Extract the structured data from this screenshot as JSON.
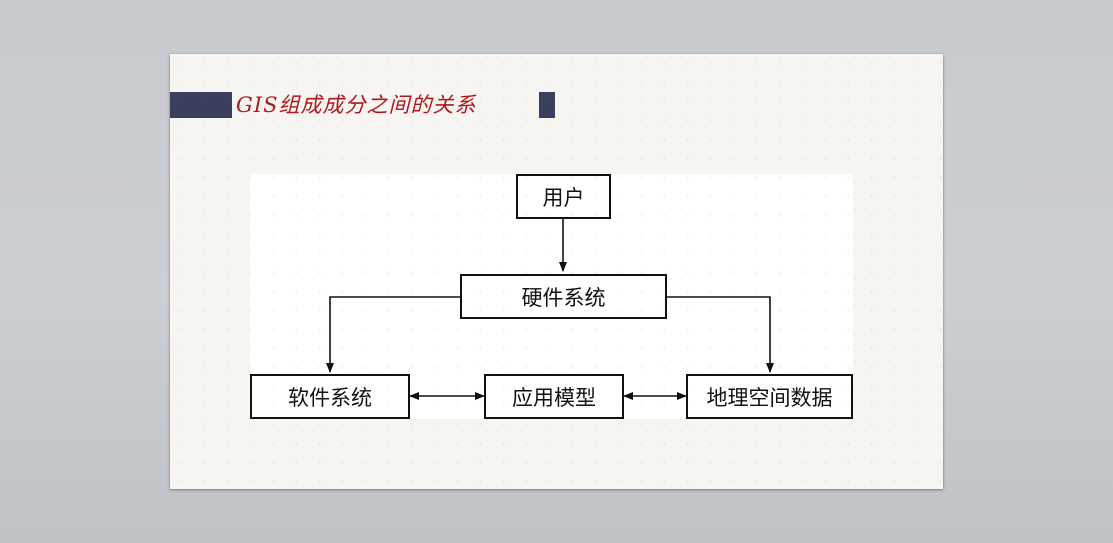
{
  "slide": {
    "title": "GIS组成成分之间的关系",
    "title_color": "#b0161b",
    "accent_color": "#3b3f5e"
  },
  "diagram": {
    "nodes": {
      "user": "用户",
      "hardware": "硬件系统",
      "software": "软件系统",
      "model": "应用模型",
      "geodata": "地理空间数据"
    }
  }
}
